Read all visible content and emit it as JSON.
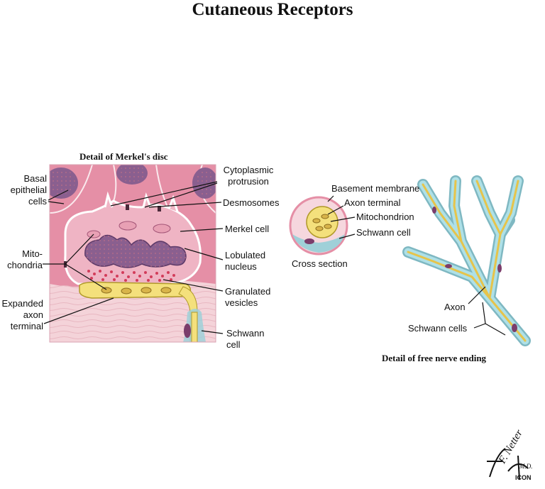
{
  "title": "Cutaneous Receptors",
  "merkel": {
    "caption": "Detail of Merkel's disc",
    "labels": {
      "basal": "Basal\nepithelial\ncells",
      "mito": "Mito-\nchondria",
      "expanded": "Expanded\naxon\nterminal",
      "cyto": "Cytoplasmic\nprotrusion",
      "desmo": "Desmosomes",
      "merkel_cell": "Merkel cell",
      "lobulated": "Lobulated\nnucleus",
      "granulated": "Granulated\nvesicles",
      "schwann": "Schwann\ncell"
    }
  },
  "cross": {
    "caption": "Cross section",
    "labels": {
      "basement": "Basement membrane",
      "axon_terminal": "Axon terminal",
      "mitochondrion": "Mitochondrion",
      "schwann": "Schwann cell"
    }
  },
  "free": {
    "caption": "Detail of free nerve ending",
    "labels": {
      "axon": "Axon",
      "schwann_cells": "Schwann cells"
    }
  },
  "signature": {
    "name": "F. Netter",
    "degree": "M.D.",
    "mark": "ICON"
  },
  "colors": {
    "epithelium": "#e58fa6",
    "epithelium_dark": "#c85f7d",
    "nucleus": "#8a5f8f",
    "nucleus_dark": "#5e3a68",
    "dermis": "#f4d3d9",
    "axon": "#f4e07c",
    "schwann": "#9fd0d8",
    "vesicles": "#d23c5a"
  }
}
